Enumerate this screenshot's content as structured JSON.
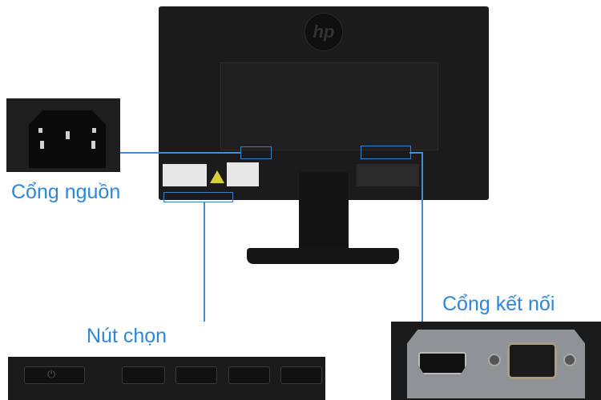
{
  "labels": {
    "power_port": "Cổng nguồn",
    "select_buttons": "Nút chọn",
    "connection_ports": "Cổng kết nối"
  },
  "brand_logo": "hp",
  "colors": {
    "accent": "#2f86d6",
    "monitor": "#1b1b1b"
  },
  "icons": [
    "power-icon",
    "hdmi-port-icon",
    "vga-port-icon",
    "power-socket-icon"
  ]
}
